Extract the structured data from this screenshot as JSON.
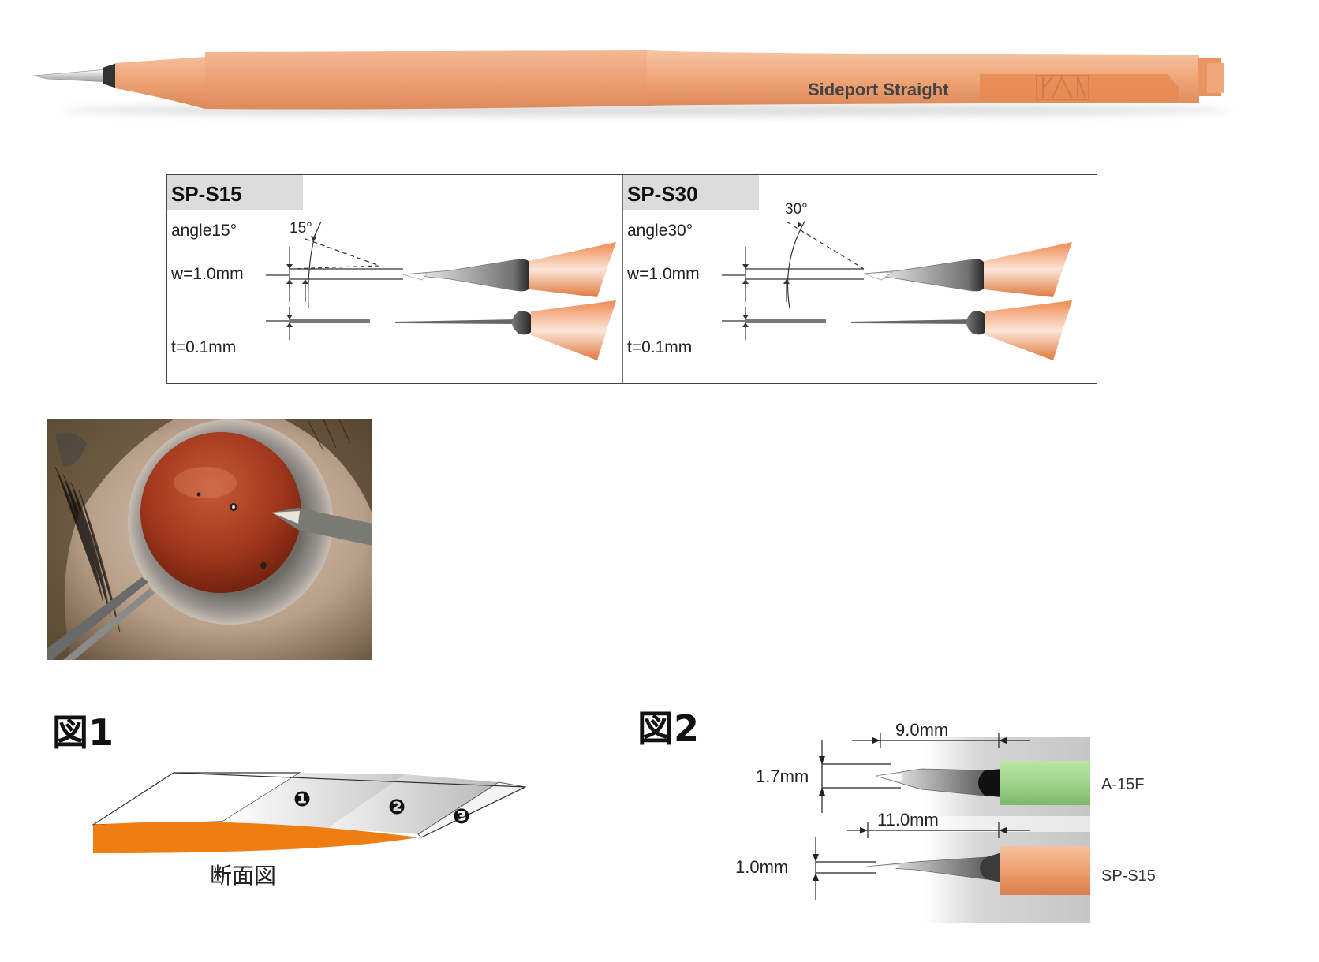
{
  "product": {
    "handle_label": "Sideport Straight",
    "brand_mark": "KAI",
    "handle_color": "#f0a87a",
    "handle_dark": "#e08e5c"
  },
  "spec_table": {
    "models": [
      {
        "code": "SP-S15",
        "angle_label": "angle15°",
        "angle_marker": "15°",
        "width_label": "w=1.0mm",
        "thickness_label": "t=0.1mm"
      },
      {
        "code": "SP-S30",
        "angle_label": "angle30°",
        "angle_marker": "30°",
        "width_label": "w=1.0mm",
        "thickness_label": "t=0.1mm"
      }
    ]
  },
  "figure1": {
    "title": "図1",
    "markers": [
      "❶",
      "❷",
      "❸"
    ],
    "cross_section_label": "断面図",
    "cross_section_color": "#ee7d12"
  },
  "figure2": {
    "title": "図2",
    "blades": [
      {
        "model": "A-15F",
        "length": "9.0mm",
        "width": "1.7mm",
        "handle_color": "#9fd48a"
      },
      {
        "model": "SP-S15",
        "length": "11.0mm",
        "width": "1.0mm",
        "handle_color": "#ef9f6e"
      }
    ]
  }
}
